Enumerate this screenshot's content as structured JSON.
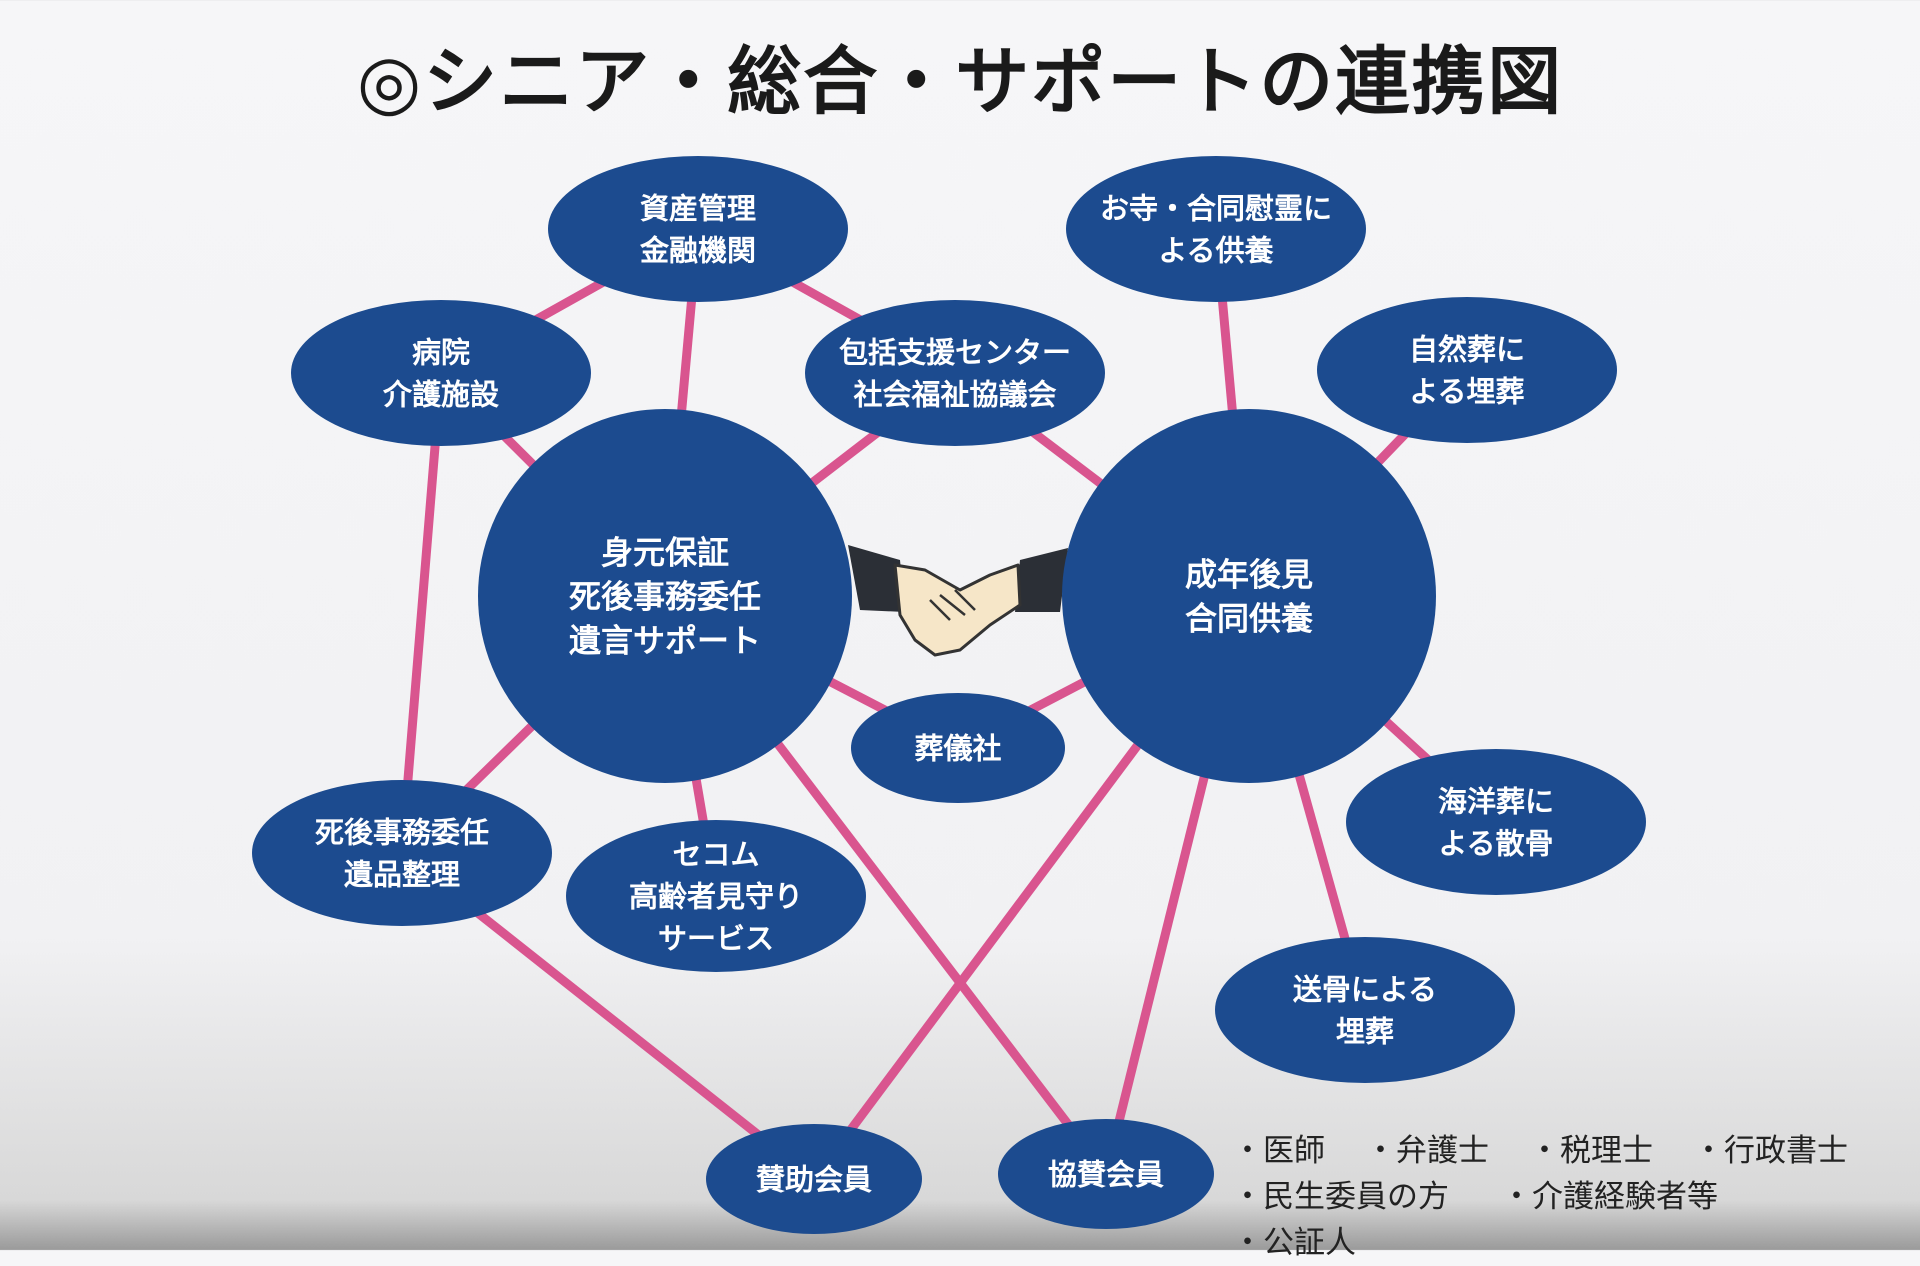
{
  "title": "◎シニア・総合・サポートの連携図",
  "colors": {
    "node": "#1c4b8f",
    "edge": "#d9558f",
    "text": "#ffffff"
  },
  "nodes": [
    {
      "id": "asset",
      "lines": [
        "資産管理",
        "金融機関"
      ]
    },
    {
      "id": "temple",
      "lines": [
        "お寺・合同慰霊に",
        "よる供養"
      ]
    },
    {
      "id": "hospital",
      "lines": [
        "病院",
        "介護施設"
      ]
    },
    {
      "id": "center",
      "lines": [
        "包括支援センター",
        "社会福祉協議会"
      ]
    },
    {
      "id": "nature",
      "lines": [
        "自然葬に",
        "よる埋葬"
      ]
    },
    {
      "id": "main_left",
      "lines": [
        "身元保証",
        "死後事務委任",
        "遺言サポート"
      ]
    },
    {
      "id": "main_right",
      "lines": [
        "成年後見",
        "合同供養"
      ]
    },
    {
      "id": "funeral",
      "lines": [
        "葬儀社"
      ]
    },
    {
      "id": "sea",
      "lines": [
        "海洋葬に",
        "よる散骨"
      ]
    },
    {
      "id": "posthumous",
      "lines": [
        "死後事務委任",
        "遺品整理"
      ]
    },
    {
      "id": "secom",
      "lines": [
        "セコム",
        "高齢者見守り",
        "サービス"
      ]
    },
    {
      "id": "bone",
      "lines": [
        "送骨による",
        "埋葬"
      ]
    },
    {
      "id": "supporting",
      "lines": [
        "賛助会員"
      ]
    },
    {
      "id": "sponsor",
      "lines": [
        "協賛会員"
      ]
    }
  ],
  "edges": [
    [
      "asset",
      "hospital"
    ],
    [
      "asset",
      "main_left"
    ],
    [
      "asset",
      "center"
    ],
    [
      "hospital",
      "main_left"
    ],
    [
      "center",
      "main_left"
    ],
    [
      "center",
      "main_right"
    ],
    [
      "temple",
      "main_right"
    ],
    [
      "nature",
      "main_right"
    ],
    [
      "main_left",
      "funeral"
    ],
    [
      "main_right",
      "funeral"
    ],
    [
      "main_right",
      "sea"
    ],
    [
      "main_right",
      "bone"
    ],
    [
      "main_left",
      "posthumous"
    ],
    [
      "main_left",
      "secom"
    ],
    [
      "hospital",
      "posthumous"
    ],
    [
      "posthumous",
      "supporting"
    ],
    [
      "main_left",
      "sponsor"
    ],
    [
      "main_right",
      "supporting"
    ],
    [
      "main_right",
      "sponsor"
    ]
  ],
  "members": {
    "row1": [
      "・医師",
      "・弁護士",
      "・税理士",
      "・行政書士"
    ],
    "row2": [
      "・民生委員の方",
      "・介護経験者等",
      "・公証人"
    ]
  }
}
